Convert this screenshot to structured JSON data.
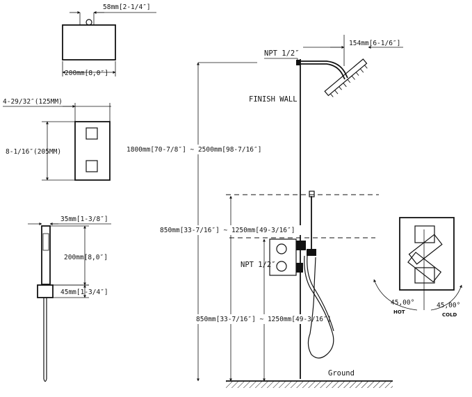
{
  "dims": {
    "head_depth": "58mm[2-1/4″]",
    "head_width": "200mm[8,0″]",
    "valve_width": "4-29/32″(125MM)",
    "valve_height": "8-1/16″(205MM)",
    "handshower_width": "35mm[1-3/8″]",
    "handshower_length": "200mm[8,0″]",
    "handshower_holder": "45mm[1-3/4″]",
    "arm_length": "154mm[6-1/6″]",
    "head_height_range": "1800mm[70-7/8″] ~ 2500mm[98-7/16″]",
    "slide_height_range": "850mm[33-7/16″] ~ 1250mm[49-3/16″]",
    "valve_height_range": "850mm[33-7/16″] ~ 1250mm[49-3/16″]",
    "angle_hot": "45,00°",
    "angle_cold": "45,00°"
  },
  "labels": {
    "npt_top": "NPT 1/2″",
    "npt_valve": "NPT 1/2″",
    "finish_wall": "FINISH WALL",
    "ground": "Ground",
    "hot": "HOT",
    "cold": "COLD"
  }
}
